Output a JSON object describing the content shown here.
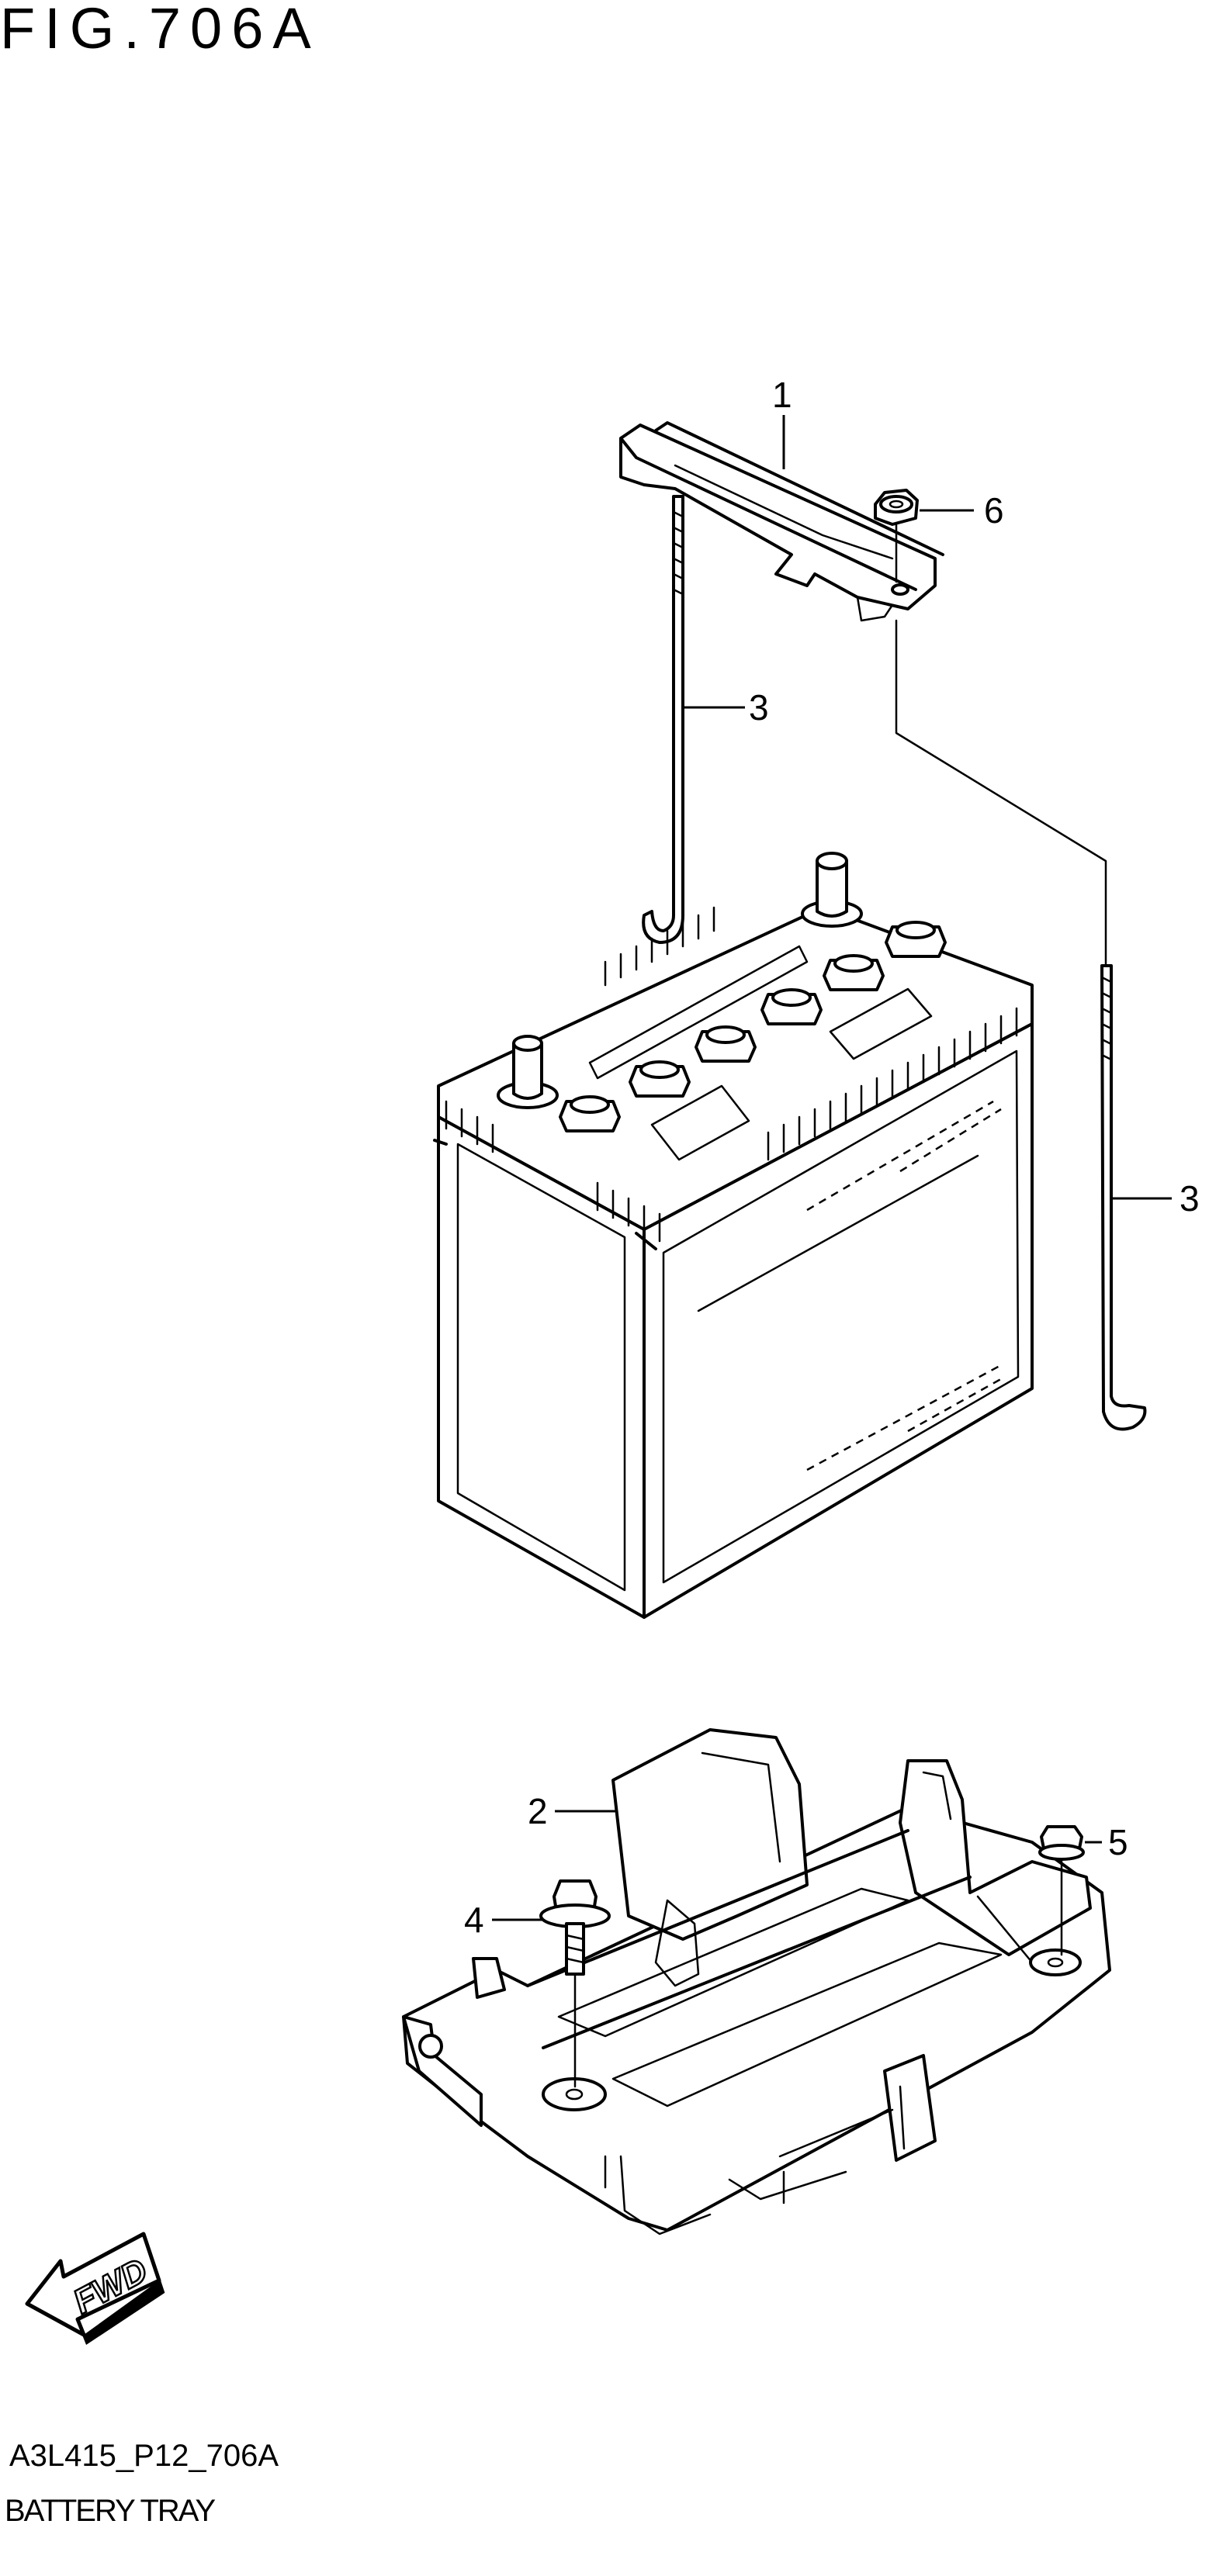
{
  "figure": {
    "title": "FIG.706A",
    "code": "A3L415_P12_706A",
    "caption": "BATTERY TRAY"
  },
  "callouts": [
    {
      "id": "callout-1",
      "label": "1"
    },
    {
      "id": "callout-6",
      "label": "6"
    },
    {
      "id": "callout-3-left",
      "label": "3"
    },
    {
      "id": "callout-3-right",
      "label": "3"
    },
    {
      "id": "callout-2",
      "label": "2"
    },
    {
      "id": "callout-5",
      "label": "5"
    },
    {
      "id": "callout-4",
      "label": "4"
    }
  ],
  "fwd_marker": {
    "label": "FWD"
  }
}
